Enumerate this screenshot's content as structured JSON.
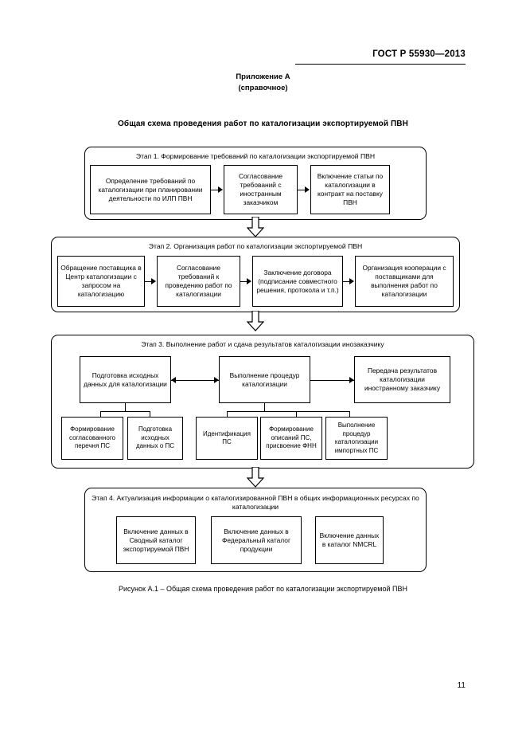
{
  "header": {
    "standard": "ГОСТ Р 55930—2013",
    "page_number": "11"
  },
  "annex": {
    "line1": "Приложение А",
    "line2": "(справочное)"
  },
  "scheme_title": "Общая схема проведения работ по каталогизации экспортируемой ПВН",
  "figure_caption": "Рисунок А.1 – Общая схема проведения работ по каталогизации экспортируемой ПВН",
  "stages": [
    {
      "id": "stage-1",
      "title": "Этап 1. Формирование требований по каталогизации экспортируемой ПВН",
      "nodes": [
        {
          "id": "s1-n1",
          "text": "Определение требований по каталогизации при планировании деятельности по ИЛП ПВН"
        },
        {
          "id": "s1-n2",
          "text": "Согласование требований  с иностранным заказчиком"
        },
        {
          "id": "s1-n3",
          "text": "Включение статьи по каталогизации в контракт на поставку ПВН"
        }
      ]
    },
    {
      "id": "stage-2",
      "title": "Этап 2. Организация работ по каталогизации экспортируемой ПВН",
      "nodes": [
        {
          "id": "s2-n1",
          "text": "Обращение поставщика в Центр каталогизации с запросом на каталогизацию"
        },
        {
          "id": "s2-n2",
          "text": "Согласование требований к проведению работ по каталогизации"
        },
        {
          "id": "s2-n3",
          "text": "Заключение договора (подписание совместного решения, протокола и т.п.)"
        },
        {
          "id": "s2-n4",
          "text": "Организация кооперации с поставщиками для выполнения работ по каталогизации"
        }
      ]
    },
    {
      "id": "stage-3",
      "title": "Этап 3. Выполнение работ и сдача результатов каталогизации инозаказчику",
      "nodes": [
        {
          "id": "s3-n1",
          "text": "Подготовка исходных данных для каталогизации"
        },
        {
          "id": "s3-n2",
          "text": "Выполнение процедур каталогизации"
        },
        {
          "id": "s3-n3",
          "text": "Передача результатов каталогизации иностранному заказчику"
        }
      ],
      "subnodes": [
        {
          "id": "s3-s1",
          "text": "Формирование согласованного перечня ПС"
        },
        {
          "id": "s3-s2",
          "text": "Подготовка исходных данных о ПС"
        },
        {
          "id": "s3-s3",
          "text": "Идентификация ПС"
        },
        {
          "id": "s3-s4",
          "text": "Формирование описаний ПС, присвоение ФНН"
        },
        {
          "id": "s3-s5",
          "text": "Выполнение процедур каталогизации импортных ПС"
        }
      ]
    },
    {
      "id": "stage-4",
      "title": "Этап 4. Актуализация информации о каталогизированной ПВН в общих информационных ресурсах по каталогизации",
      "nodes": [
        {
          "id": "s4-n1",
          "text": "Включение данных в Сводный каталог экспортируемой ПВН"
        },
        {
          "id": "s4-n2",
          "text": "Включение данных в Федеральный  каталог продукции"
        },
        {
          "id": "s4-n3",
          "text": "Включение данных в каталог NMCRL"
        }
      ]
    }
  ],
  "colors": {
    "ink": "#000000",
    "paper": "#ffffff"
  }
}
